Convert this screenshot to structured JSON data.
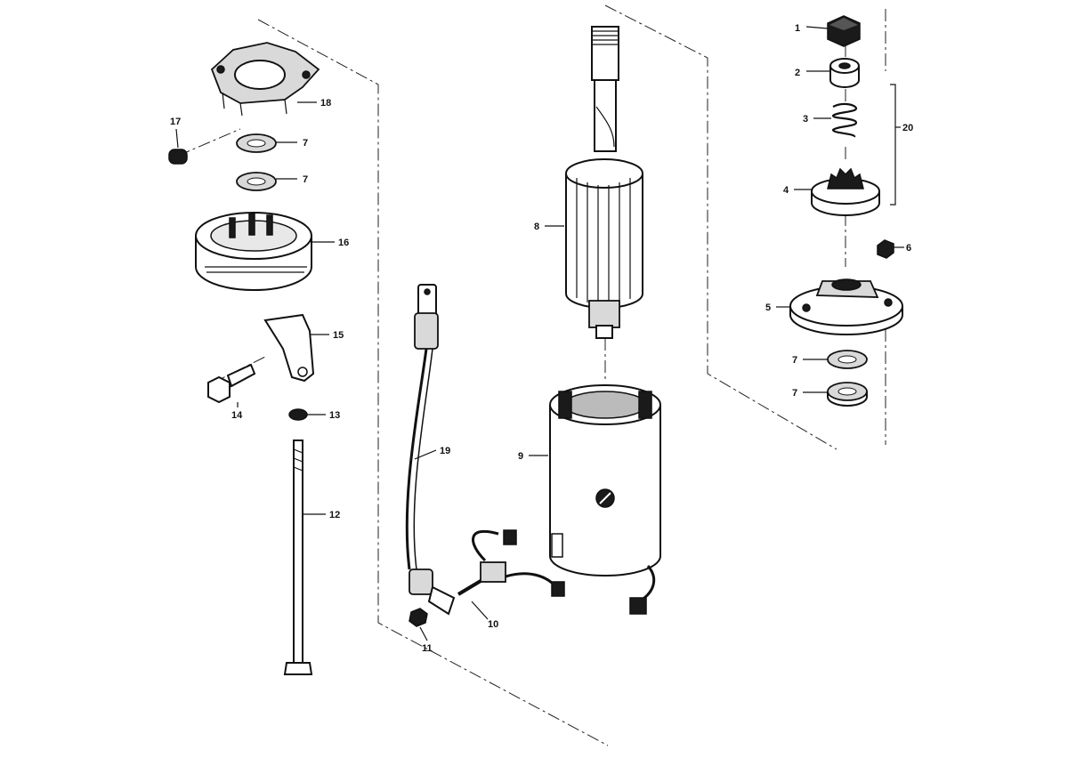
{
  "diagram": {
    "callouts": [
      {
        "id": "c1",
        "label": "1"
      },
      {
        "id": "c2",
        "label": "2"
      },
      {
        "id": "c3",
        "label": "3"
      },
      {
        "id": "c4",
        "label": "4"
      },
      {
        "id": "c5",
        "label": "5"
      },
      {
        "id": "c6",
        "label": "6"
      },
      {
        "id": "c7a",
        "label": "7"
      },
      {
        "id": "c7b",
        "label": "7"
      },
      {
        "id": "c7c",
        "label": "7"
      },
      {
        "id": "c7d",
        "label": "7"
      },
      {
        "id": "c8",
        "label": "8"
      },
      {
        "id": "c9",
        "label": "9"
      },
      {
        "id": "c10",
        "label": "10"
      },
      {
        "id": "c11",
        "label": "11"
      },
      {
        "id": "c12",
        "label": "12"
      },
      {
        "id": "c13",
        "label": "13"
      },
      {
        "id": "c14",
        "label": "14"
      },
      {
        "id": "c15",
        "label": "15"
      },
      {
        "id": "c16",
        "label": "16"
      },
      {
        "id": "c17",
        "label": "17"
      },
      {
        "id": "c18",
        "label": "18"
      },
      {
        "id": "c19",
        "label": "19"
      },
      {
        "id": "c20",
        "label": "20"
      }
    ]
  }
}
